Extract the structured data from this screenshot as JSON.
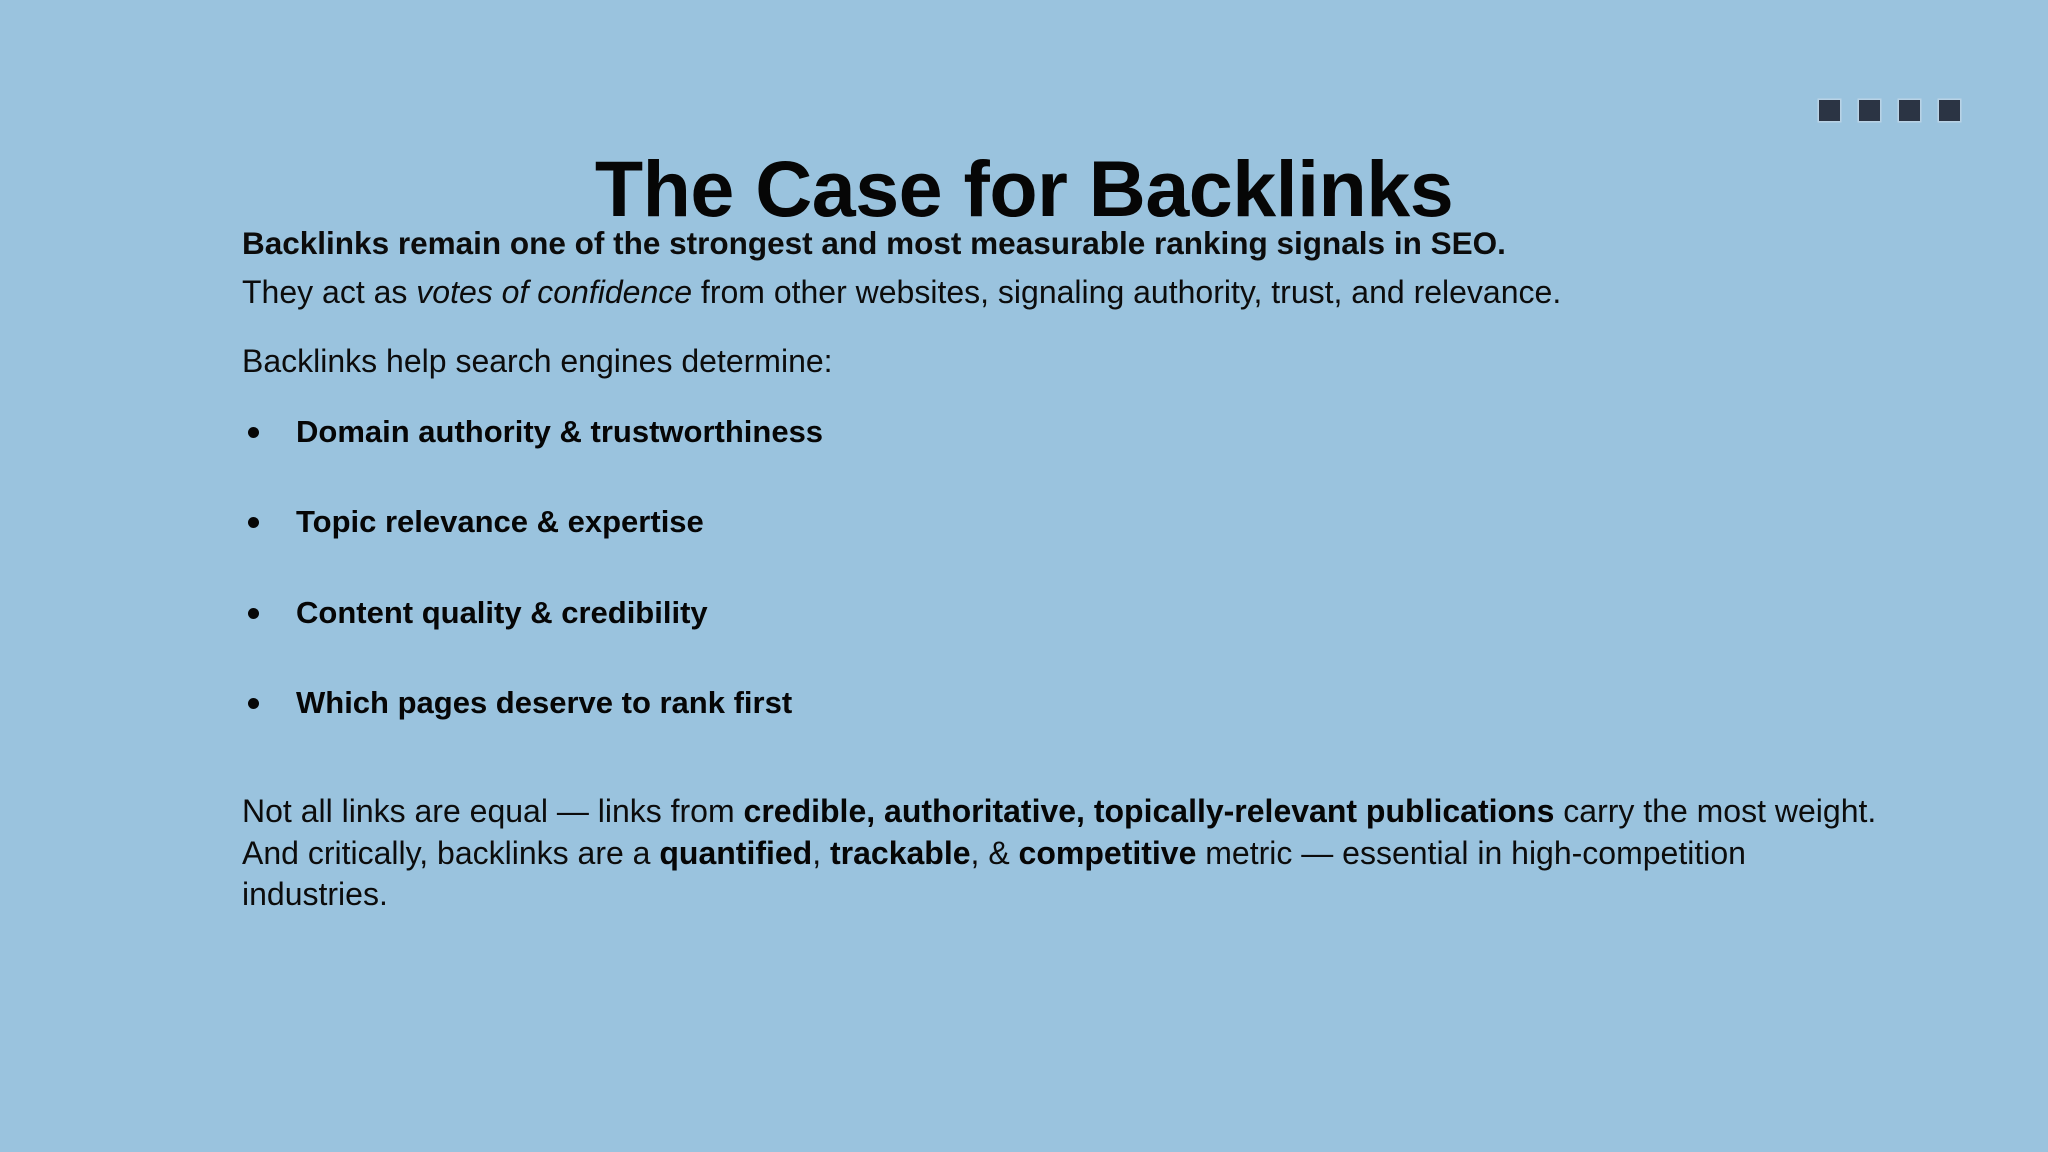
{
  "slide": {
    "background_color": "#9ac3de",
    "text_color": "#0a0a0a",
    "accent_color": "#2b3444",
    "title": "The Case for Backlinks"
  },
  "decor": {
    "dots_count": 4,
    "dot_color": "#2b3444",
    "dot_label": "decorative-square"
  },
  "lead": {
    "strong": "Backlinks remain one of the strongest and most measurable ranking signals in SEO.",
    "rest_before_italic": " They act as ",
    "italic": "votes of confidence",
    "rest_after_italic": " from other websites, signaling authority, trust, and relevance."
  },
  "intro_line": "Backlinks help search engines determine:",
  "bullets": [
    {
      "label": "Domain authority & trustworthiness"
    },
    {
      "label": "Topic relevance & expertise"
    },
    {
      "label": "Content quality & credibility"
    },
    {
      "label": "Which pages deserve to rank first"
    }
  ],
  "closing": {
    "p1_before_bold": "Not all links are equal — links from ",
    "p1_bold": "credible, authoritative, topically-relevant publications",
    "p1_after_bold": " carry the most weight.",
    "p2_before_bold1": "And critically, backlinks are a ",
    "p2_bold1": "quantified",
    "p2_sep1": ", ",
    "p2_bold2": "trackable",
    "p2_sep2": ", & ",
    "p2_bold3": "competitive",
    "p2_after_bold3": " metric — essential in high-competition industries."
  }
}
